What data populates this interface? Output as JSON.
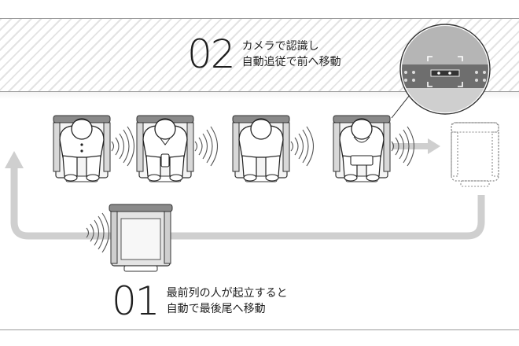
{
  "step02": {
    "number": "02",
    "line1": "カメラで認識し",
    "line2": "自動追従で前へ移動"
  },
  "step01": {
    "number": "01",
    "line1": "最前列の人が起立すると",
    "line2": "自動で最後尾へ移動"
  },
  "colors": {
    "hatch": "#e3e3e3",
    "flow_arrow": "#cfcfcf",
    "wave": "#555555",
    "outline": "#333333",
    "chair_dotted": "#888888"
  },
  "icons": [
    "seated-person-icon",
    "sensor-wave-icon",
    "camera-view-icon",
    "moving-chair-icon",
    "empty-chair-icon",
    "loop-arrow-icon"
  ]
}
